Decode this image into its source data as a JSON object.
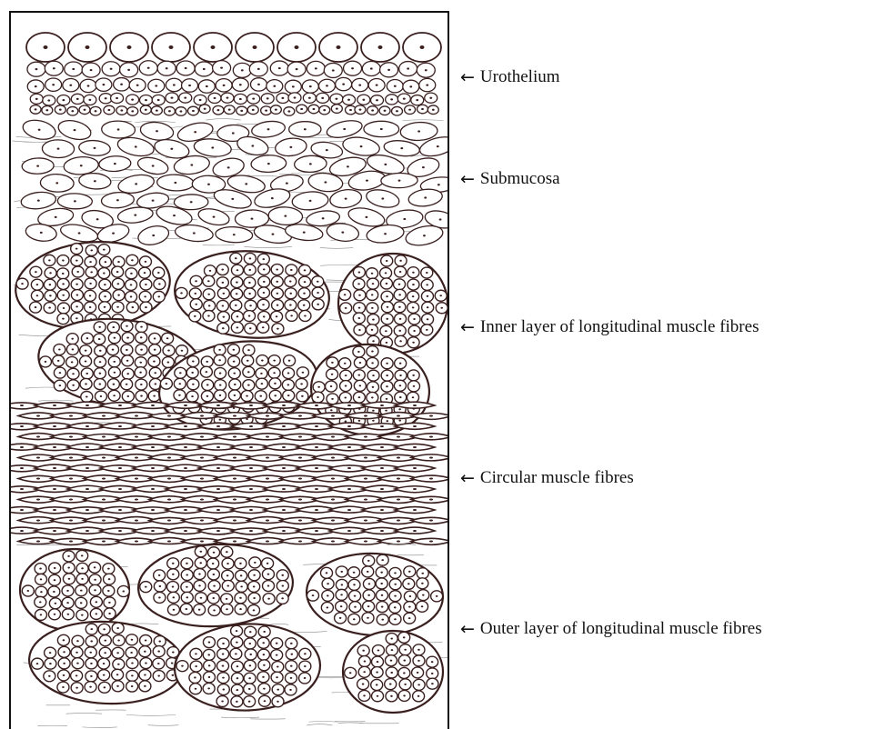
{
  "labels": [
    {
      "arrow": "←",
      "text": "Urothelium"
    },
    {
      "arrow": "←",
      "text": "Submucosa"
    },
    {
      "arrow": "←",
      "text": "Inner layer of longitudinal muscle fibres"
    },
    {
      "arrow": "←",
      "text": "Circular muscle fibres"
    },
    {
      "arrow": "←",
      "text": "Outer layer of longitudinal muscle fibres"
    }
  ],
  "colors": {
    "ink": "#3a1f1f",
    "frame": "#111111",
    "fiber_strand": "#8a8a8a",
    "background": "#ffffff"
  },
  "layers": [
    "urothelium",
    "submucosa",
    "inner-longitudinal-muscle",
    "circular-muscle",
    "outer-longitudinal-muscle"
  ]
}
